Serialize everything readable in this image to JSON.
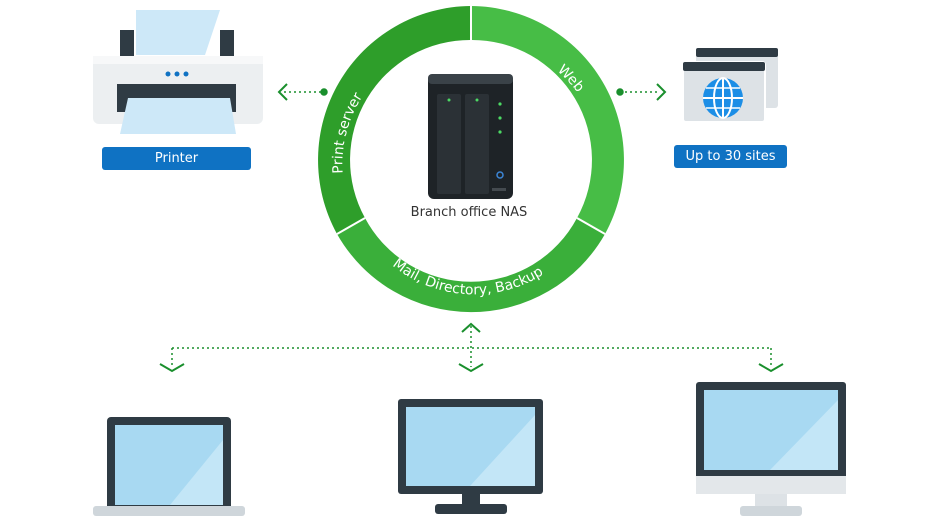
{
  "diagram": {
    "segments": {
      "print_server": "Print server",
      "web": "Web",
      "mail": "Mail, Directory, Backup"
    },
    "center_label": "Branch office NAS",
    "printer_label": "Printer",
    "sites_label": "Up to 30 sites",
    "colors": {
      "green_dark": "#2e9e2a",
      "green_light": "#47bd46",
      "blue_badge": "#0f72c3",
      "arrow_green": "#1a8f2d",
      "device_dark": "#2f3b44",
      "screen_light": "#a8d9f2"
    },
    "icons": [
      "printer-icon",
      "nas-icon",
      "web-sites-icon",
      "globe-icon",
      "laptop-icon",
      "monitor-icon",
      "desktop-icon"
    ]
  }
}
